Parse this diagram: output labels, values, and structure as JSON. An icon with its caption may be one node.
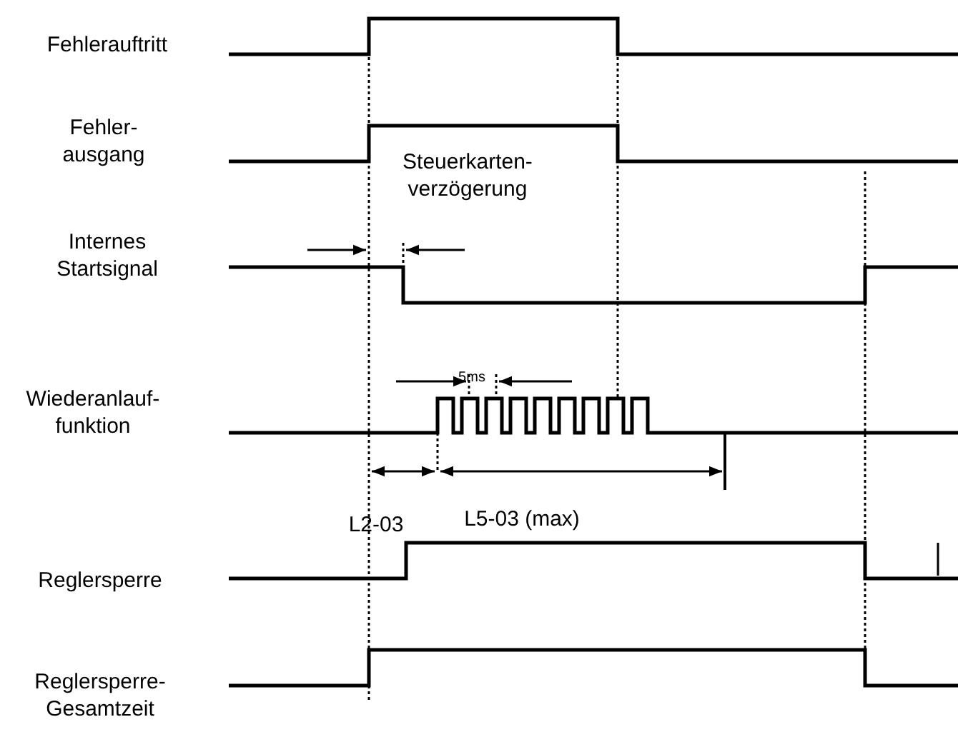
{
  "diagram": {
    "labels": [
      "Fehlerauftritt",
      "Fehler- ausgang",
      "Steuerkarten- verzögerung",
      "Internes Startsignal",
      "5ms",
      "Wiederanlauf- funktion",
      "L5-03 (max)",
      "L2-03",
      "Reglersperre",
      "Reglersperre- Gesamtzeit"
    ]
  }
}
